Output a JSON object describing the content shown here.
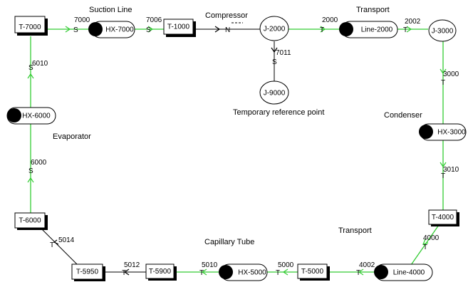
{
  "sections": {
    "suction_line": "Suction Line",
    "compressor": "Compressor",
    "transport_top": "Transport",
    "temp_ref": "Temporary reference point",
    "condenser": "Condenser",
    "evaporator": "Evaporator",
    "transport_bottom": "Transport",
    "capillary": "Capillary Tube"
  },
  "nodes": {
    "t7000": "T-7000",
    "hx7000": "HX-7000",
    "t1000": "T-1000",
    "j2000": "J-2000",
    "line2000": "Line-2000",
    "j3000": "J-3000",
    "j9000": "J-9000",
    "hx3000": "HX-3000",
    "t4000": "T-4000",
    "line4000": "Line-4000",
    "t5000": "T-5000",
    "hx5000": "HX-5000",
    "t5900": "T-5900",
    "t5950": "T-5950",
    "t6000": "T-6000",
    "hx6000": "HX-6000"
  },
  "links": {
    "l7000": "7000",
    "l7006": "7006",
    "l2000": "2000",
    "l2002": "2002",
    "l7011": "7011",
    "l3000": "3000",
    "l3010": "3010",
    "l4000": "4000",
    "l4002": "4002",
    "l5000": "5000",
    "l5010": "5010",
    "l5012": "5012",
    "l5014": "5014",
    "l6000": "6000",
    "l6010": "6010"
  },
  "link_types": {
    "s": "S",
    "t": "T",
    "n": "N"
  },
  "colors": {
    "green_line": "#33cc33",
    "black": "#000000"
  }
}
